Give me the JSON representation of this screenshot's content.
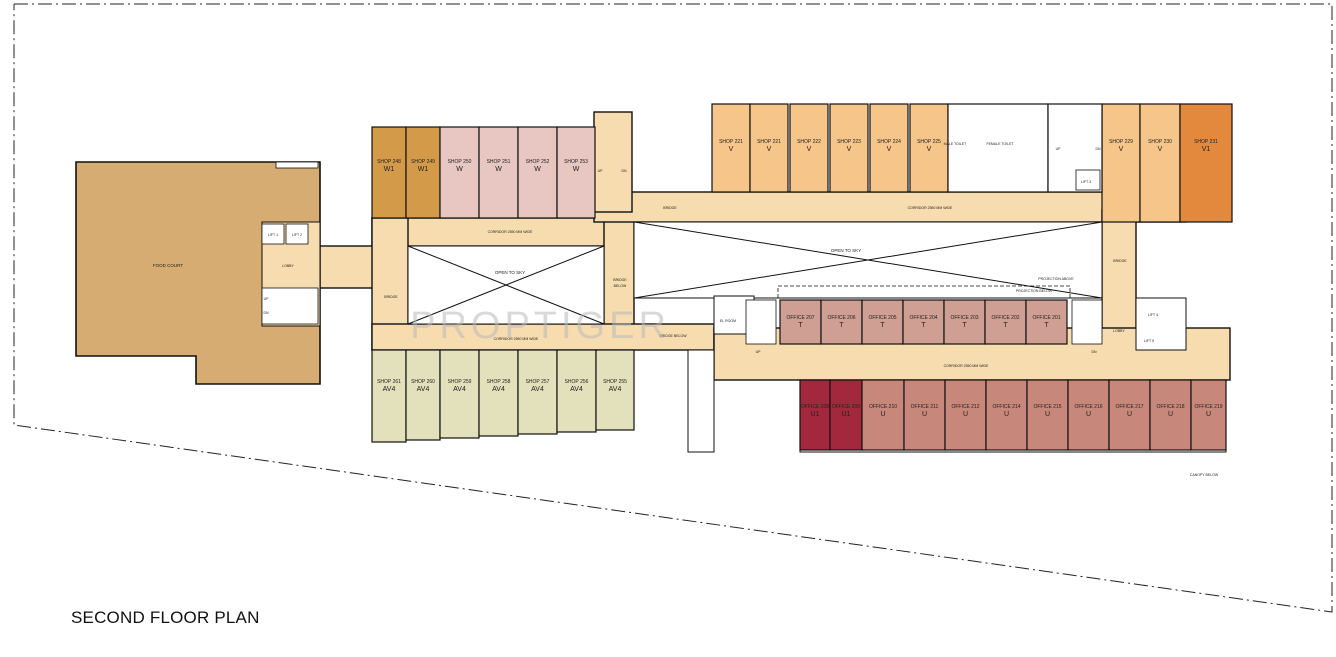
{
  "title": "SECOND FLOOR PLAN",
  "watermark": "PROPTIGER",
  "colors": {
    "food_court": "#d6ac73",
    "corridor": "#f6dcae",
    "w1": "#d39a4a",
    "w": "#e8c7c2",
    "av4": "#e3e1bb",
    "v": "#f6c589",
    "v1": "#e3893e",
    "t": "#cf9f93",
    "u": "#c7877a",
    "u1": "#a3283d",
    "toilet": "#ffffff",
    "wall": "#111111"
  },
  "labels": {
    "food_court": "FOOD COURT",
    "lobby_left": "LOBBY",
    "lobby_right": "LOBBY",
    "lift1": "LIFT 1",
    "lift2": "LIFT 2",
    "lift3": "LIFT 3",
    "lift4": "LIFT 4",
    "lift5": "LIFT 5",
    "up": "UP",
    "dn": "DN",
    "bridge_left": "BRIDGE",
    "bridge_top": "BRIDGE",
    "bridge_right": "BRIDGE",
    "bridge_below_a": "BRIDGE",
    "bridge_below_b": "BELOW",
    "bridge_below_corridor": "BRIDGE BELOW",
    "corridor_left_top": "CORRIDOR 2550 MM WIDE",
    "corridor_left_bottom": "CORRIDOR 2550 MM WIDE",
    "corridor_right_top": "CORRIDOR 2550 MM WIDE",
    "corridor_right_bottom": "CORRIDOR 2550 MM WIDE",
    "open_sky_left": "OPEN TO SKY",
    "open_sky_right": "OPEN TO SKY",
    "el_room": "EL ROOM",
    "male_toilet": "MALE TOILET",
    "female_toilet": "FEMALE TOILET",
    "projection_above": "PROJECTION ABOVE",
    "projection_below": "PROJECTION BELOW",
    "canopy_below": "CANOPY BELOW"
  },
  "units": {
    "w_row": [
      {
        "name": "SHOP 248",
        "code": "W1"
      },
      {
        "name": "SHOP 249",
        "code": "W1"
      },
      {
        "name": "SHOP 250",
        "code": "W"
      },
      {
        "name": "SHOP 251",
        "code": "W"
      },
      {
        "name": "SHOP 252",
        "code": "W"
      },
      {
        "name": "SHOP 253",
        "code": "W"
      }
    ],
    "av4_row": [
      {
        "name": "SHOP 261",
        "code": "AV4"
      },
      {
        "name": "SHOP 260",
        "code": "AV4"
      },
      {
        "name": "SHOP 259",
        "code": "AV4"
      },
      {
        "name": "SHOP 258",
        "code": "AV4"
      },
      {
        "name": "SHOP 257",
        "code": "AV4"
      },
      {
        "name": "SHOP 256",
        "code": "AV4"
      },
      {
        "name": "SHOP 255",
        "code": "AV4"
      }
    ],
    "v_row_left": [
      {
        "name": "SHOP 221",
        "code": "V"
      },
      {
        "name": "SHOP 221",
        "code": "V"
      },
      {
        "name": "SHOP 222",
        "code": "V"
      },
      {
        "name": "SHOP 223",
        "code": "V"
      },
      {
        "name": "SHOP 224",
        "code": "V"
      },
      {
        "name": "SHOP 225",
        "code": "V"
      }
    ],
    "v_row_right": [
      {
        "name": "SHOP 229",
        "code": "V"
      },
      {
        "name": "SHOP 230",
        "code": "V"
      },
      {
        "name": "SHOP 231",
        "code": "V1"
      }
    ],
    "t_row": [
      {
        "name": "OFFICE 207",
        "code": "T"
      },
      {
        "name": "OFFICE 206",
        "code": "T"
      },
      {
        "name": "OFFICE 205",
        "code": "T"
      },
      {
        "name": "OFFICE 204",
        "code": "T"
      },
      {
        "name": "OFFICE 203",
        "code": "T"
      },
      {
        "name": "OFFICE 202",
        "code": "T"
      },
      {
        "name": "OFFICE 201",
        "code": "T"
      }
    ],
    "u_row": [
      {
        "name": "OFFICE 208",
        "code": "U1"
      },
      {
        "name": "OFFICE 209",
        "code": "U1"
      },
      {
        "name": "OFFICE 210",
        "code": "U"
      },
      {
        "name": "OFFICE 211",
        "code": "U"
      },
      {
        "name": "OFFICE 212",
        "code": "U"
      },
      {
        "name": "OFFICE 214",
        "code": "U"
      },
      {
        "name": "OFFICE 215",
        "code": "U"
      },
      {
        "name": "OFFICE 216",
        "code": "U"
      },
      {
        "name": "OFFICE 217",
        "code": "U"
      },
      {
        "name": "OFFICE 218",
        "code": "U"
      },
      {
        "name": "OFFICE 219",
        "code": "U"
      }
    ]
  }
}
